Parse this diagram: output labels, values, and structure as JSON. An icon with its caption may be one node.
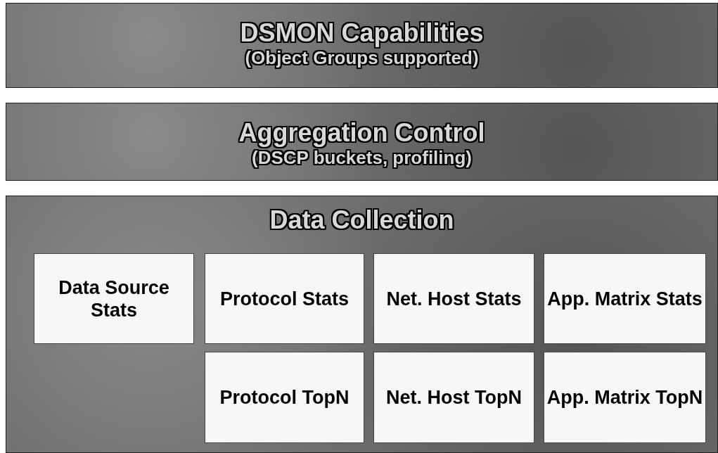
{
  "diagram": {
    "nodes": [
      {
        "text": [
          "DSMON Capabilities",
          "(Object Groups supported)"
        ]
      },
      {
        "text": [
          "Aggregation Control",
          "(DSCP buckets, profiling)"
        ]
      },
      {
        "text": [
          "Data Collection"
        ]
      },
      {
        "text": [
          "Data Source Stats"
        ],
        "in": 2
      },
      {
        "text": [
          "Protocol Stats"
        ],
        "in": 2
      },
      {
        "text": [
          "Net. Host Stats"
        ],
        "in": 2
      },
      {
        "text": [
          "App. Matrix Stats"
        ],
        "in": 2
      },
      {
        "text": [
          "Protocol TopN"
        ],
        "in": 2
      },
      {
        "text": [
          "Net. Host TopN"
        ],
        "in": 2
      },
      {
        "text": [
          "App. Matrix TopN"
        ],
        "in": 2
      }
    ]
  }
}
